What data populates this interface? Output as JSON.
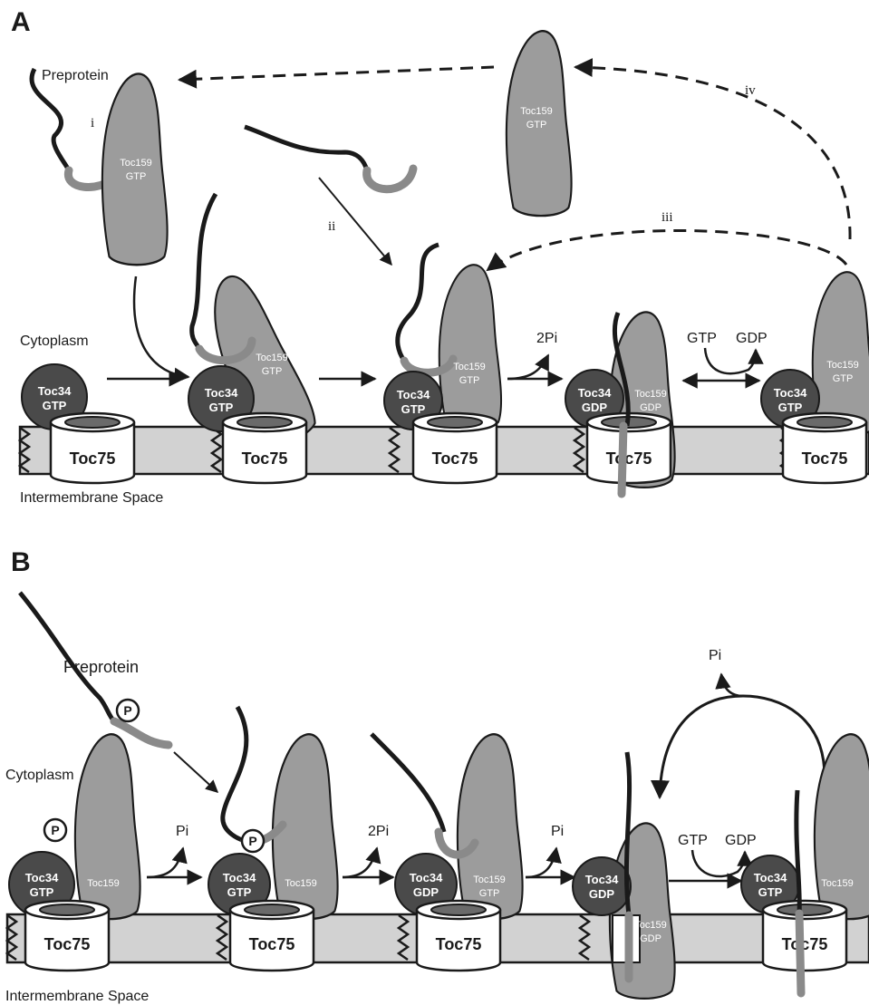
{
  "panel_a": {
    "letter": "A",
    "preprotein": "Preprotein",
    "cytoplasm": "Cytoplasm",
    "intermembrane": "Intermembrane Space",
    "steps": {
      "i": "i",
      "ii": "ii",
      "iii": "iii",
      "iv": "iv"
    },
    "free_toc159": {
      "name": "Toc159",
      "state": "GTP"
    },
    "complexes": [
      {
        "toc34_state": "GTP",
        "toc159_state": null
      },
      {
        "toc34_state": "GTP",
        "toc159_state": "GTP"
      },
      {
        "toc34_state": "GTP",
        "toc159_state": "GTP"
      },
      {
        "toc34_state": "GDP",
        "toc159_state": "GDP"
      },
      {
        "toc34_state": "GTP",
        "toc159_state": "GTP"
      }
    ],
    "release_2pi": "2Pi",
    "gtp": "GTP",
    "gdp": "GDP"
  },
  "panel_b": {
    "letter": "B",
    "preprotein": "Preprotein",
    "cytoplasm": "Cytoplasm",
    "intermembrane": "Intermembrane Space",
    "complexes": [
      {
        "toc34_state": "GTP",
        "toc159_state": null
      },
      {
        "toc34_state": "GTP",
        "toc159_state": null
      },
      {
        "toc34_state": "GDP",
        "toc159_state": "GTP"
      },
      {
        "toc34_state": "GDP",
        "toc159_state": "GDP"
      },
      {
        "toc34_state": "GTP",
        "toc159_state": null
      }
    ],
    "pi": "Pi",
    "release_2pi": "2Pi",
    "gtp": "GTP",
    "gdp": "GDP",
    "phospho": "P"
  },
  "labels": {
    "toc34": "Toc34",
    "toc159": "Toc159",
    "toc75": "Toc75"
  },
  "colors": {
    "membrane": "#d2d2d2",
    "toc34": "#4a4a4a",
    "toc159": "#9c9c9c",
    "transit_peptide": "#8a8a8a",
    "chain": "#1a1a1a"
  }
}
